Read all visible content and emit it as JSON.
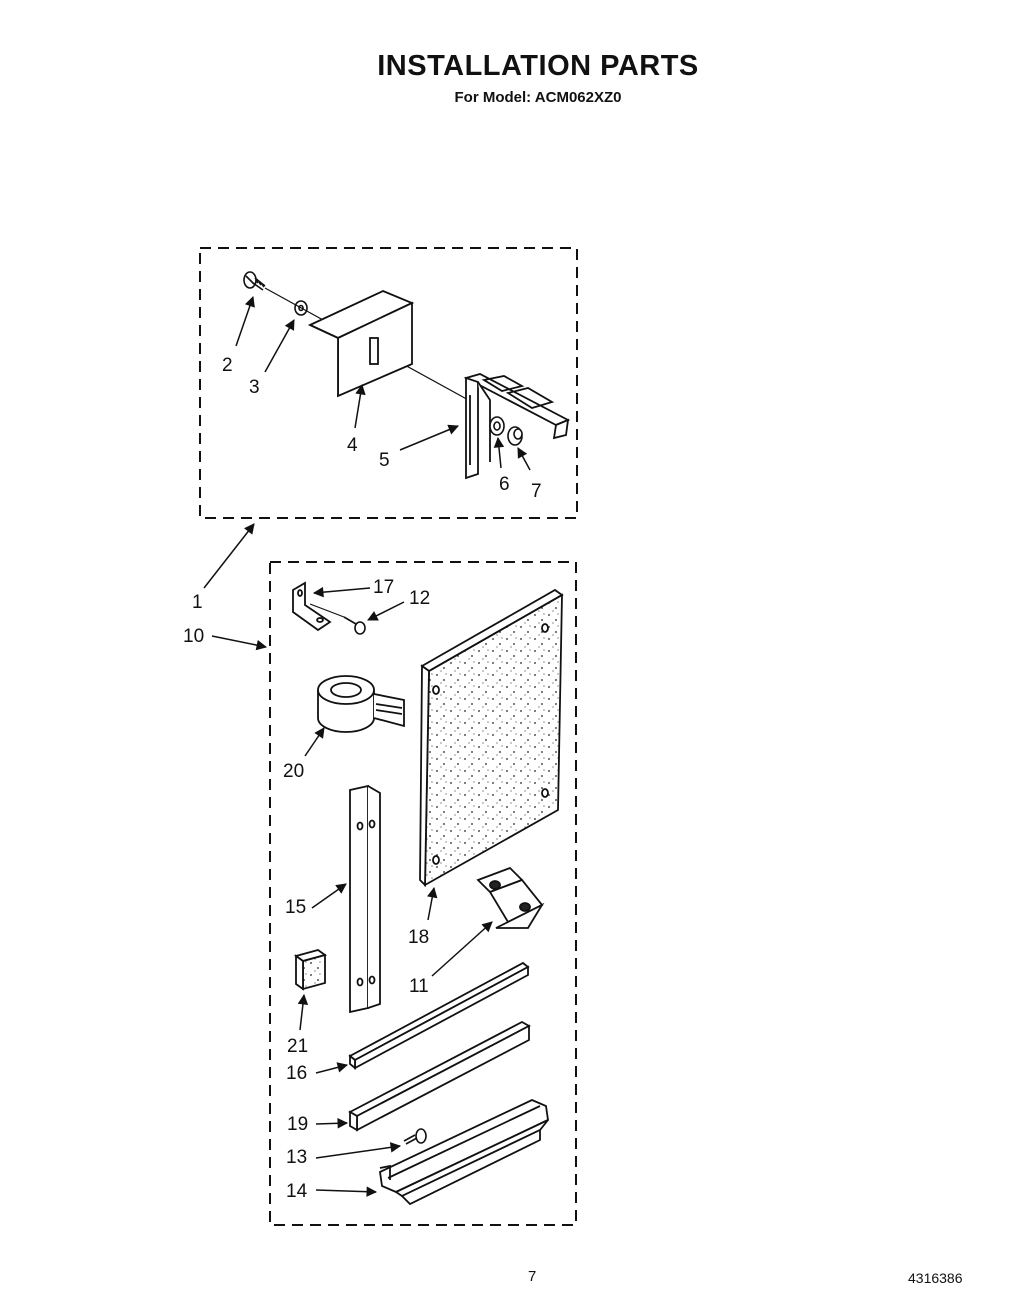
{
  "header": {
    "title": "INSTALLATION PARTS",
    "subtitle": "For Model: ACM062XZ0"
  },
  "footer": {
    "page_number": "7",
    "document_number": "4316386"
  },
  "callouts": {
    "c1": "1",
    "c2": "2",
    "c3": "3",
    "c4": "4",
    "c5": "5",
    "c6": "6",
    "c7": "7",
    "c10": "10",
    "c11": "11",
    "c12": "12",
    "c13": "13",
    "c14": "14",
    "c15": "15",
    "c16": "16",
    "c17": "17",
    "c18": "18",
    "c19": "19",
    "c20": "20",
    "c21": "21"
  }
}
